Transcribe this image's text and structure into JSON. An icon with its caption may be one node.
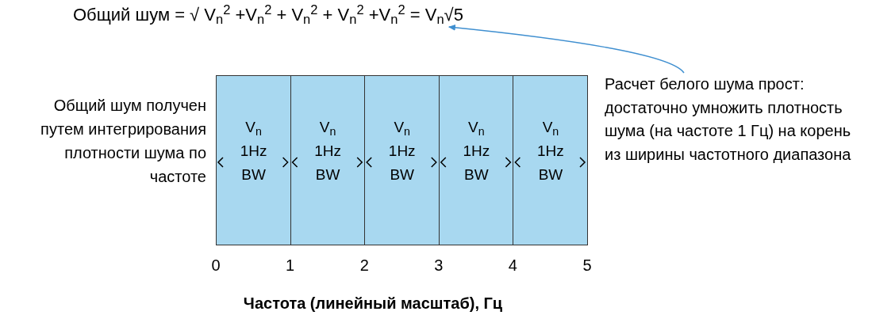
{
  "diagram": {
    "nodes": [
      {
        "text": [
          "Общий шум = √ V$_{n}$$^{2}$ +V$_{n}$$^{2}$ + V$_{n}$$^{2}$ + V$_{n}$$^{2}$ +V$_{n}$$^{2}$ = V$_{n}$√5"
        ]
      },
      {
        "text": [
          "Расчет белого шума прост: достаточно умножить плотность шума (на частоте 1 Гц) на корень из ширины частотного диапазона"
        ]
      },
      {
        "text": [
          "V$_{n}$",
          "1Hz",
          "BW"
        ]
      },
      {
        "text": [
          "V$_{n}$",
          "1Hz",
          "BW"
        ]
      },
      {
        "text": [
          "V$_{n}$",
          "1Hz",
          "BW"
        ]
      },
      {
        "text": [
          "V$_{n}$",
          "1Hz",
          "BW"
        ]
      },
      {
        "text": [
          "V$_{n}$",
          "1Hz",
          "BW"
        ]
      }
    ],
    "edges": [
      {
        "from": 1,
        "to": 0,
        "arrow": "to",
        "color": "#3f8fd0"
      }
    ],
    "labels": [
      "Общий шум получен путем интегрирования плотности шума по частоте",
      "0",
      "1",
      "2",
      "3",
      "4",
      "5",
      "Частота (линейный масштаб), Гц"
    ]
  }
}
